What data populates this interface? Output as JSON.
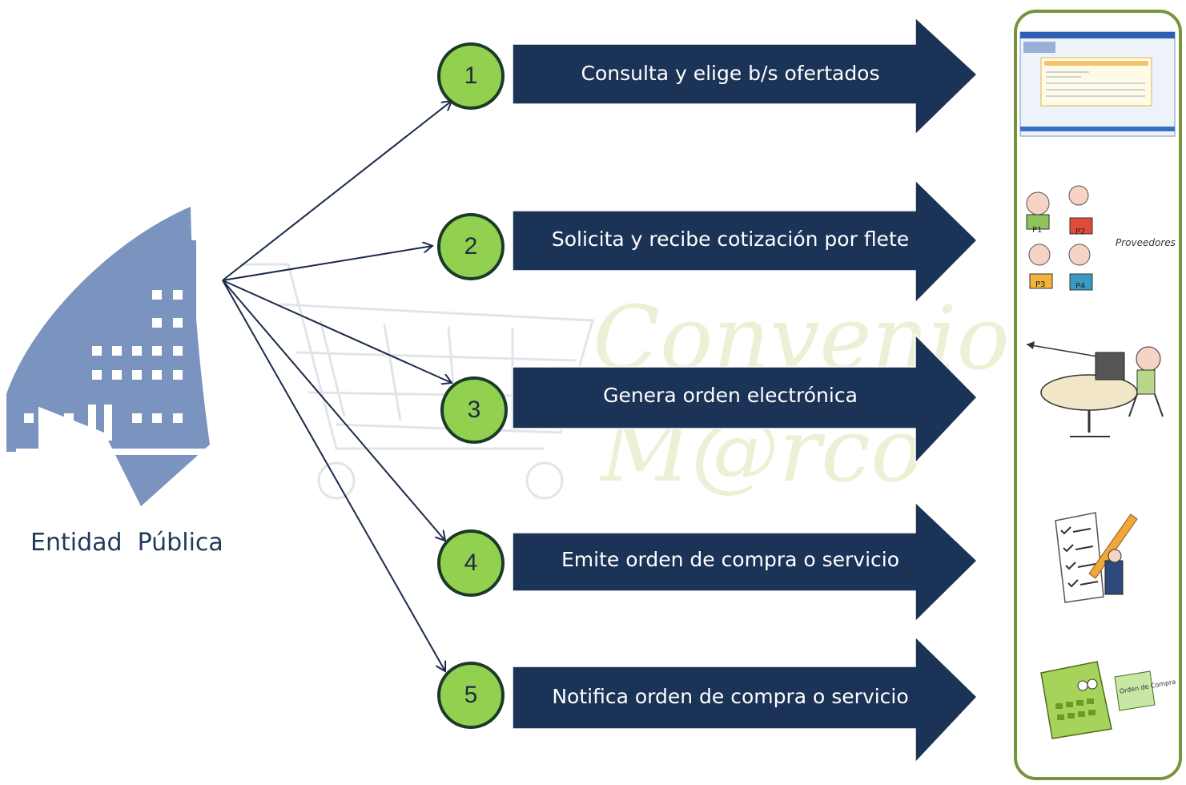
{
  "entity": {
    "label": "Entidad  Pública"
  },
  "steps": [
    {
      "number": "1",
      "label": "Consulta y elige b/s ofertados"
    },
    {
      "number": "2",
      "label": "Solicita y recibe cotización por flete"
    },
    {
      "number": "3",
      "label": "Genera  orden electrónica"
    },
    {
      "number": "4",
      "label": "Emite orden de compra o servicio"
    },
    {
      "number": "5",
      "label": "Notifica orden de compra o servicio"
    }
  ],
  "panel": {
    "providers_label": "Proveedores",
    "provider_tags": [
      "P1",
      "P2",
      "P3",
      "P4"
    ],
    "order_note": "Orden de Compra"
  },
  "watermark": {
    "line1": "Convenio",
    "line2": "M@rco"
  },
  "colors": {
    "arrow_fill": "#1b3356",
    "circle_fill": "#92d050",
    "building": "#7b93bf",
    "panel_border": "#77933c",
    "label_text": "#1f3a5a"
  }
}
